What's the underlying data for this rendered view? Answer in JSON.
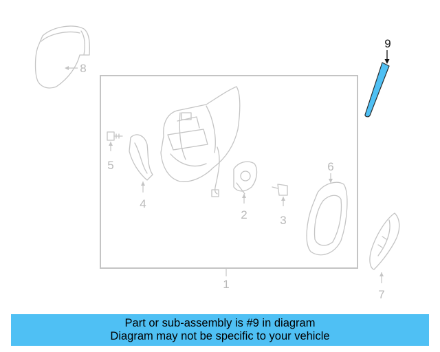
{
  "diagram": {
    "callouts": {
      "c1": "1",
      "c2": "2",
      "c3": "3",
      "c4": "4",
      "c5": "5",
      "c6": "6",
      "c7": "7",
      "c8": "8",
      "c9": "9"
    },
    "highlighted_part": "9",
    "highlight_color": "#4fc0f4",
    "line_color": "#c4c4c4"
  },
  "banner": {
    "line1": "Part or sub-assembly is #9 in diagram",
    "line2": "Diagram may not be specific to your vehicle",
    "background": "#4fc0f4"
  }
}
